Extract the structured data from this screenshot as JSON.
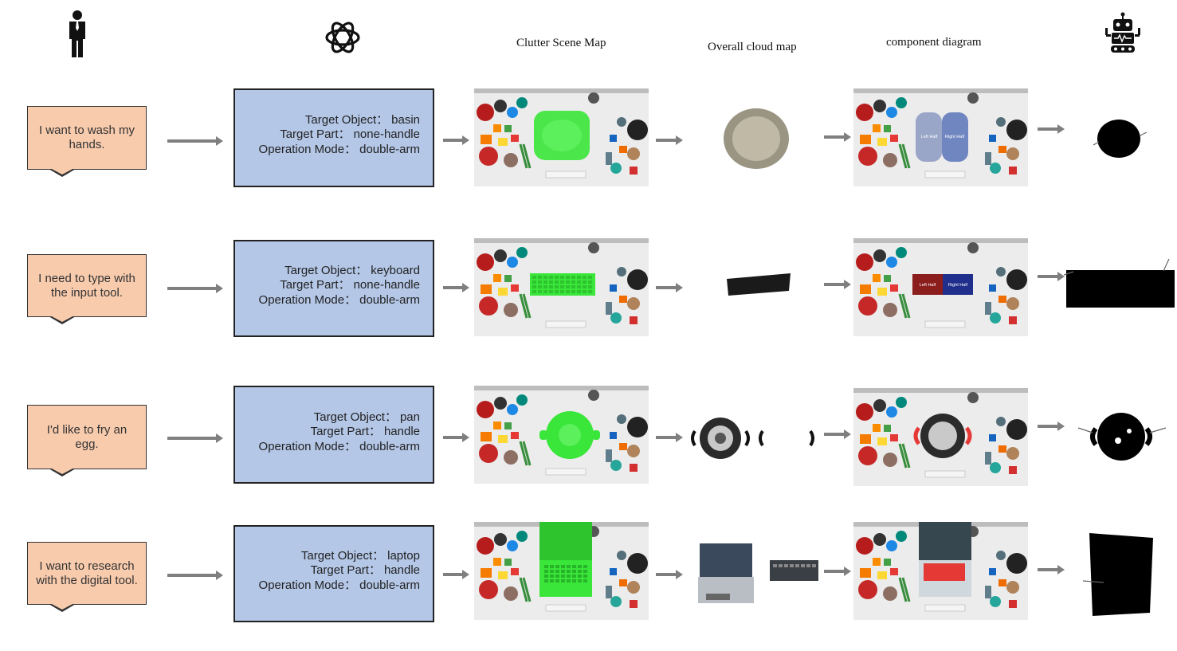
{
  "headers": {
    "scene": "Clutter Scene Map",
    "cloud": "Overall cloud map",
    "component": "component  diagram"
  },
  "icons": {
    "user": "person-icon",
    "llm": "openai-logo-icon",
    "robot": "robot-icon"
  },
  "colors": {
    "callout": "#f8cbad",
    "llm_box": "#b4c7e7",
    "arrow": "#7f7f7f",
    "mask": "#39e639"
  },
  "rows": [
    {
      "instruction": "I want to wash my hands.",
      "target_object_label": "Target Object：",
      "target_object": "basin",
      "target_part_label": "Target Part：",
      "target_part": "none-handle",
      "mode_label": "Operation Mode：",
      "mode": "double-arm",
      "part_labels": [
        "Left Half",
        "Right Half"
      ]
    },
    {
      "instruction": "I need to type with the input tool.",
      "target_object_label": "Target Object：",
      "target_object": "keyboard",
      "target_part_label": "Target Part：",
      "target_part": "none-handle",
      "mode_label": "Operation Mode：",
      "mode": "double-arm",
      "part_labels": [
        "Left Half",
        "Right Half"
      ]
    },
    {
      "instruction": "I'd like to fry an egg.",
      "target_object_label": "Target Object：",
      "target_object": "pan",
      "target_part_label": "Target Part：",
      "target_part": "handle",
      "mode_label": "Operation Mode：",
      "mode": "double-arm"
    },
    {
      "instruction": "I want to research with the digital tool.",
      "target_object_label": "Target Object：",
      "target_object": "laptop",
      "target_part_label": "Target Part：",
      "target_part": "handle",
      "mode_label": "Operation Mode：",
      "mode": "double-arm"
    }
  ]
}
